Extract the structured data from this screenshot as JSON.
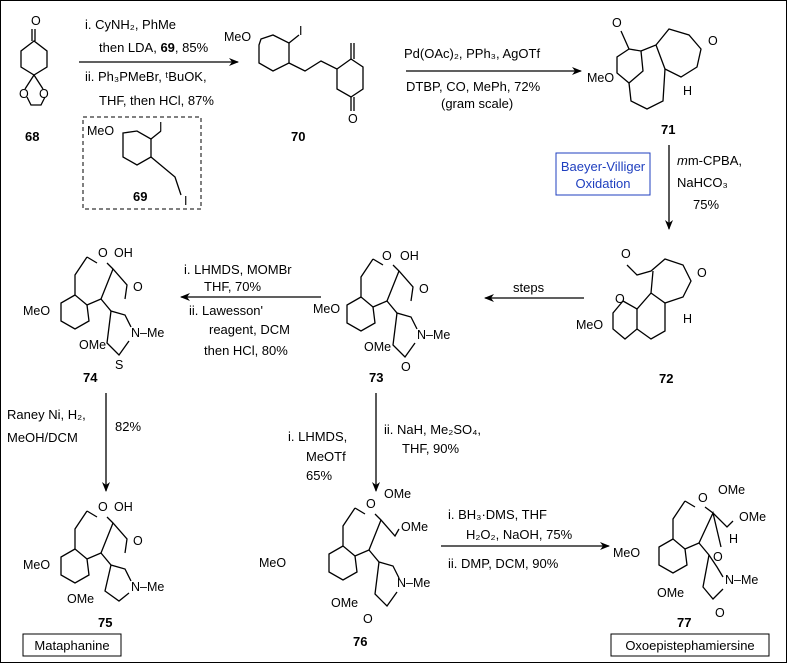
{
  "compounds": {
    "c68": "68",
    "c69": "69",
    "c70": "70",
    "c71": "71",
    "c72": "72",
    "c73": "73",
    "c74": "74",
    "c75": "75",
    "c76": "76",
    "c77": "77"
  },
  "natural_products": {
    "n75": "Mataphanine",
    "n77": "Oxoepistephamiersine"
  },
  "callout": {
    "line1": "Baeyer-Villiger",
    "line2": "Oxidation",
    "color": "#1f3fbf"
  },
  "steps": {
    "s68_70": {
      "l1": "i. CyNH₂, PhMe",
      "l2a": "then LDA, ",
      "l2b": "69",
      "l2c": ", 85%",
      "l3": "ii. Ph₃PMeBr, ᵗBuOK,",
      "l4": "THF, then HCl, 87%"
    },
    "s70_71": {
      "l1": "Pd(OAc)₂, PPh₃, AgOTf",
      "l2": "DTBP, CO, MePh, 72%",
      "l3": "(gram scale)"
    },
    "s71_72": {
      "l1": "m-CPBA,",
      "l2": "NaHCO₃",
      "l3": "75%"
    },
    "s72_73": {
      "l1": "steps"
    },
    "s73_74": {
      "l1": "i. LHMDS, MOMBr",
      "l2": "THF, 70%",
      "l3": "ii. Lawesson'",
      "l4": "reagent, DCM",
      "l5": "then  HCl, 80%"
    },
    "s74_75": {
      "l1": "Raney Ni, H₂,",
      "l2": "MeOH/DCM",
      "l3": "82%"
    },
    "s73_76": {
      "l1": "i. LHMDS,",
      "l2": "MeOTf",
      "l3": "65%",
      "l4": "ii. NaH, Me₂SO₄,",
      "l5": "THF, 90%"
    },
    "s76_77": {
      "l1": "i. BH₃·DMS, THF",
      "l2": "H₂O₂, NaOH, 75%",
      "l3": "ii. DMP, DCM, 90%"
    }
  },
  "atoms": {
    "O": "O",
    "OH": "OH",
    "H": "H",
    "MeO": "MeO",
    "OMe": "OMe",
    "N": "N",
    "Me": "–Me",
    "S": "S",
    "I": "I"
  }
}
